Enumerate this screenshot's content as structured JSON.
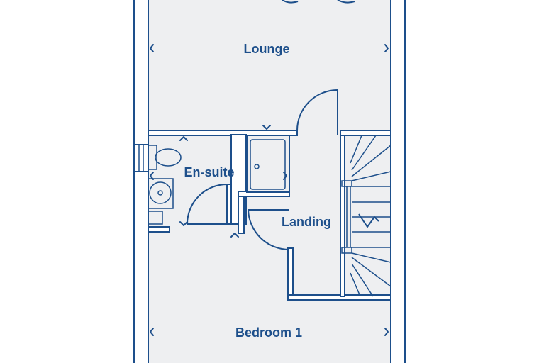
{
  "rooms": {
    "lounge": "Lounge",
    "ensuite": "En-suite",
    "landing": "Landing",
    "bedroom": "Bedroom 1"
  },
  "colors": {
    "line": "#1d4f8b",
    "floor": "#eeeff1",
    "wall": "#ffffff"
  }
}
